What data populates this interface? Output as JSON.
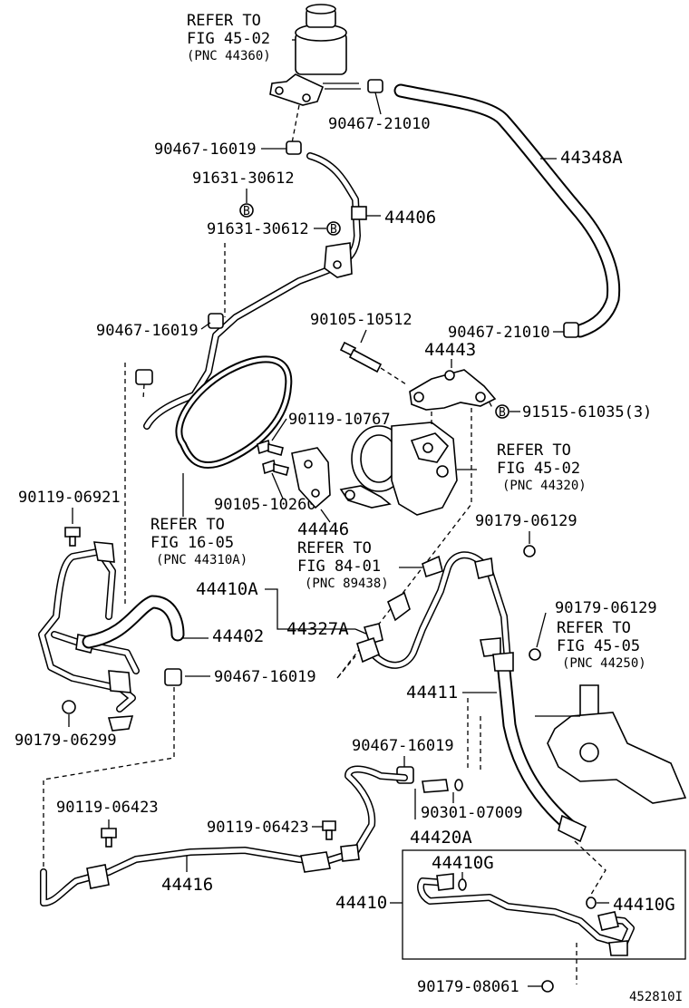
{
  "figure_id": "452810I",
  "callouts": {
    "refer_45_02_top": [
      "REFER TO",
      "FIG 45-02",
      "(PNC 44360)"
    ],
    "c_90467_21010_a": "90467-21010",
    "c_44348A": "44348A",
    "c_90467_16019_a": "90467-16019",
    "c_91631_30612_a": "91631-30612",
    "c_44406": "44406",
    "c_91631_30612_b": "91631-30612",
    "c_90467_16019_b": "90467-16019",
    "c_90105_10512": "90105-10512",
    "c_90467_21010_b": "90467-21010",
    "c_44443": "44443",
    "c_91515_61035": "91515-61035(3)",
    "c_90119_10767": "90119-10767",
    "refer_45_02_mid": [
      "REFER TO",
      "FIG 45-02",
      "(PNC 44320)"
    ],
    "c_90105_10260": "90105-10260",
    "c_90119_06921": "90119-06921",
    "refer_16_05": [
      "REFER TO",
      "FIG 16-05",
      "(PNC 44310A)"
    ],
    "c_44446": "44446",
    "refer_84_01": [
      "REFER TO",
      "FIG 84-01",
      "(PNC 89438)"
    ],
    "c_90179_06129_a": "90179-06129",
    "c_44410A": "44410A",
    "c_90179_06129_b": "90179-06129",
    "refer_45_05": [
      "REFER TO",
      "FIG 45-05",
      "(PNC 44250)"
    ],
    "c_44327A": "44327A",
    "c_44402": "44402",
    "c_90467_16019_c": "90467-16019",
    "c_44411": "44411",
    "c_90179_06299": "90179-06299",
    "c_90467_16019_d": "90467-16019",
    "c_90301_07009": "90301-07009",
    "c_90119_06423_a": "90119-06423",
    "c_90119_06423_b": "90119-06423",
    "c_44420A": "44420A",
    "c_44410G_a": "44410G",
    "c_44416": "44416",
    "c_44410": "44410",
    "c_44410G_b": "44410G",
    "c_90179_08061": "90179-08061",
    "bolt_marker": "B"
  }
}
